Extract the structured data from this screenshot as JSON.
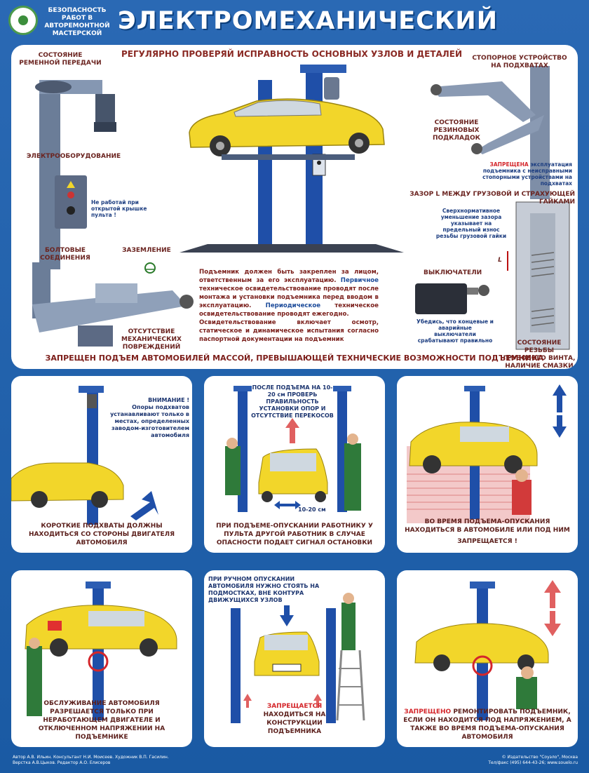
{
  "header": {
    "subtitle": "БЕЗОПАСНОСТЬ РАБОТ В АВТОРЕМОНТНОЙ МАСТЕРСКОЙ",
    "title": "ЭЛЕКТРОМЕХАНИЧЕСКИЙ ПОДЪЕМНИК"
  },
  "top": {
    "heading": "РЕГУЛЯРНО ПРОВЕРЯЙ ИСПРАВНОСТЬ ОСНОВНЫХ УЗЛОВ И ДЕТАЛЕЙ",
    "belt": "СОСТОЯНИЕ РЕМЕННОЙ ПЕРЕДАЧИ",
    "electro": "ЭЛЕКТРООБОРУДОВАНИЕ",
    "no_work": "Не работай при открытой крышке пульта !",
    "bolts": "БОЛТОВЫЕ СОЕДИНЕНИЯ",
    "ground": "ЗАЗЕМЛЕНИЕ",
    "no_damage": "ОТСУТСТВИЕ МЕХАНИЧЕСКИХ ПОВРЕЖДЕНИЙ",
    "stopper": "СТОПОРНОЕ УСТРОЙСТВО НА ПОДХВАТАХ",
    "rubber": "СОСТОЯНИЕ РЕЗИНОВЫХ ПОДКЛАДОК",
    "forbidden_word": "ЗАПРЕЩЕНА",
    "forbidden_rest": " эксплуатация подъемника с неисправными стопорными устройствами на подхватах",
    "gap": "ЗАЗОР L МЕЖДУ ГРУЗОВОЙ И СТРАХУЮЩЕЙ ГАЙКАМИ",
    "gap_note": "Сверхнормативное уменьшение зазора указывает на предельный износ резьбы грузовой гайки",
    "l_mark": "L",
    "switches": "ВЫКЛЮЧАТЕЛИ",
    "switch_note": "Убедись, что концевые и аварийные выключатели срабатывают правильно",
    "screw": "СОСТОЯНИЕ РЕЗЬБЫ ГРУЗОВОГО ВИНТА, НАЛИЧИЕ СМАЗКИ",
    "para_1": "Подъемник должен быть закреплен за лицом, ответственным за его эксплуатацию. ",
    "para_2": "Первичное",
    "para_3": " техническое освидетельствование проводят после монтажа и установки подъемника перед вводом в эксплуатацию. ",
    "para_4": "Периодическое",
    "para_5": " техническое освидетельствование проводят ежегодно.",
    "para_6": "Освидетельствование включает осмотр, статическое и динамическое испытания согласно паспортной документации на подъемник",
    "forbid_mass": "ЗАПРЕЩЕН ПОДЪЕМ АВТОМОБИЛЕЙ МАССОЙ, ПРЕВЫШАЮЩЕЙ ТЕХНИЧЕСКИЕ ВОЗМОЖНОСТИ ПОДЪЕМНИКА"
  },
  "panels": {
    "p1_attention": "ВНИМАНИЕ !",
    "p1_note": "Опоры подхватов устанавливают только в местах, определенных заводом-изготовителем автомобиля",
    "p1_cap": "КОРОТКИЕ ПОДХВАТЫ ДОЛЖНЫ НАХОДИТЬСЯ СО СТОРОНЫ ДВИГАТЕЛЯ АВТОМОБИЛЯ",
    "p2_note": "ПОСЛЕ ПОДЪЕМА НА 10-20 см ПРОВЕРЬ ПРАВИЛЬНОСТЬ УСТАНОВКИ ОПОР И ОТСУТСТВИЕ ПЕРЕКОСОВ",
    "p2_dim": "10-20 см",
    "p2_cap": "ПРИ ПОДЪЕМЕ-ОПУСКАНИИ РАБОТНИКУ У ПУЛЬТА ДРУГОЙ РАБОТНИК В СЛУЧАЕ ОПАСНОСТИ ПОДАЕТ СИГНАЛ ОСТАНОВКИ",
    "p3_cap": "ВО ВРЕМЯ ПОДЪЕМА-ОПУСКАНИЯ НАХОДИТЬСЯ В АВТОМОБИЛЕ ИЛИ ПОД НИМ",
    "p3_forbid": "ЗАПРЕЩАЕТСЯ !",
    "p4_cap": "ОБСЛУЖИВАНИЕ АВТОМОБИЛЯ РАЗРЕШАЕТСЯ ТОЛЬКО ПРИ НЕРАБОТАЮЩЕМ ДВИГАТЕЛЕ И ОТКЛЮЧЕННОМ НАПРЯЖЕНИИ НА ПОДЪЕМНИКЕ",
    "p5_note": "ПРИ РУЧНОМ ОПУСКАНИИ АВТОМОБИЛЯ НУЖНО СТОЯТЬ НА ПОДМОСТКАХ, ВНЕ КОНТУРА ДВИЖУЩИХСЯ УЗЛОВ",
    "p5_forbid": "ЗАПРЕЩАЕТСЯ",
    "p5_rest": " НАХОДИТЬСЯ НА КОНСТРУКЦИИ ПОДЪЕМНИКА",
    "p6_forbid": "ЗАПРЕЩЕНО",
    "p6_rest": " РЕМОНТИРОВАТЬ ПОДЪЕМНИК, ЕСЛИ ОН НАХОДИТСЯ ПОД НАПРЯЖЕНИЕМ, А ТАКЖЕ ВО ВРЕМЯ ПОДЪЕМА-ОПУСКАНИЯ АВТОМОБИЛЯ"
  },
  "footer": {
    "left_1": "Автор А.В. Ильин. Консультант Н.И. Моисеев. Художник В.П. Гасилин.",
    "left_2": "Верстка А.В.Цыков. Редактор А.О. Елисеров",
    "right_1": "© Издательство \"Соуэло\", Москва",
    "right_2": "Тел/факс (495) 644-43-26; www.souelo.ru"
  },
  "colors": {
    "blue": "#1f5ea8",
    "yellow": "#f2d62a",
    "red": "#d4262b"
  }
}
